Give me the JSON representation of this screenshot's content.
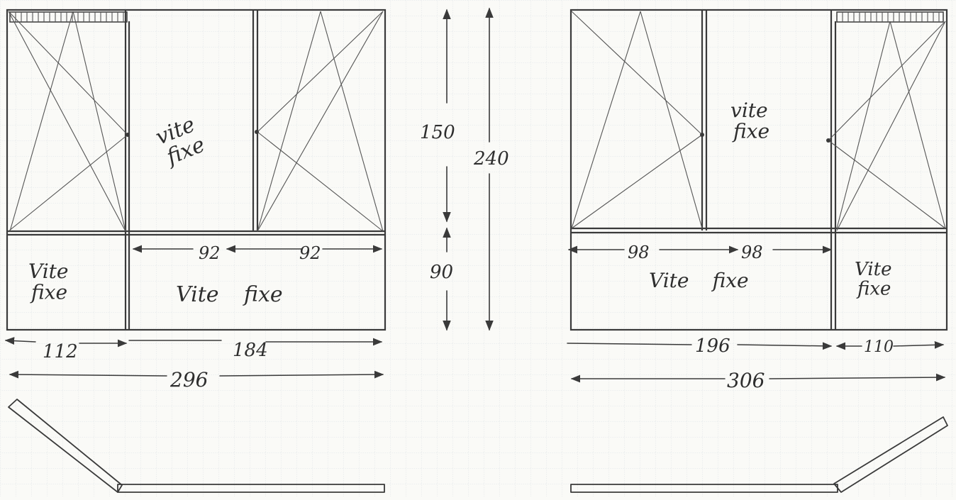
{
  "labels": {
    "vite_fixe_top": "vite fixe",
    "vite_fixe_bottom": "Vite fixe"
  },
  "dimensions": {
    "left": {
      "w1": "112",
      "w2": "184",
      "total": "296",
      "top_split_a": "92",
      "top_split_b": "92"
    },
    "height": {
      "upper": "150",
      "lower": "90",
      "total": "240"
    },
    "right": {
      "w1": "196",
      "w2": "110",
      "total": "306",
      "top_split_a": "98",
      "top_split_b": "98"
    }
  },
  "colors": {
    "ink": "#3a3a3a",
    "paper": "#fafaf7",
    "grid": "#d6dde3"
  }
}
